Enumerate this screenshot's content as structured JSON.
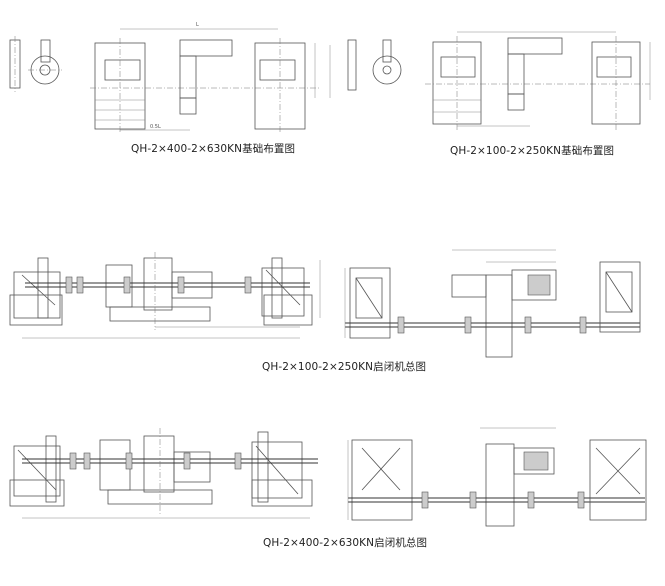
{
  "captions": {
    "foundation_large": "QH-2×400-2×630KN基础布置图",
    "foundation_small": "QH-2×100-2×250KN基础布置图",
    "assembly_small": "QH-2×100-2×250KN启闭机总图",
    "assembly_large": "QH-2×400-2×630KN启闭机总图"
  },
  "dimension_labels": {
    "length": "L",
    "half_length": "0.5L"
  }
}
